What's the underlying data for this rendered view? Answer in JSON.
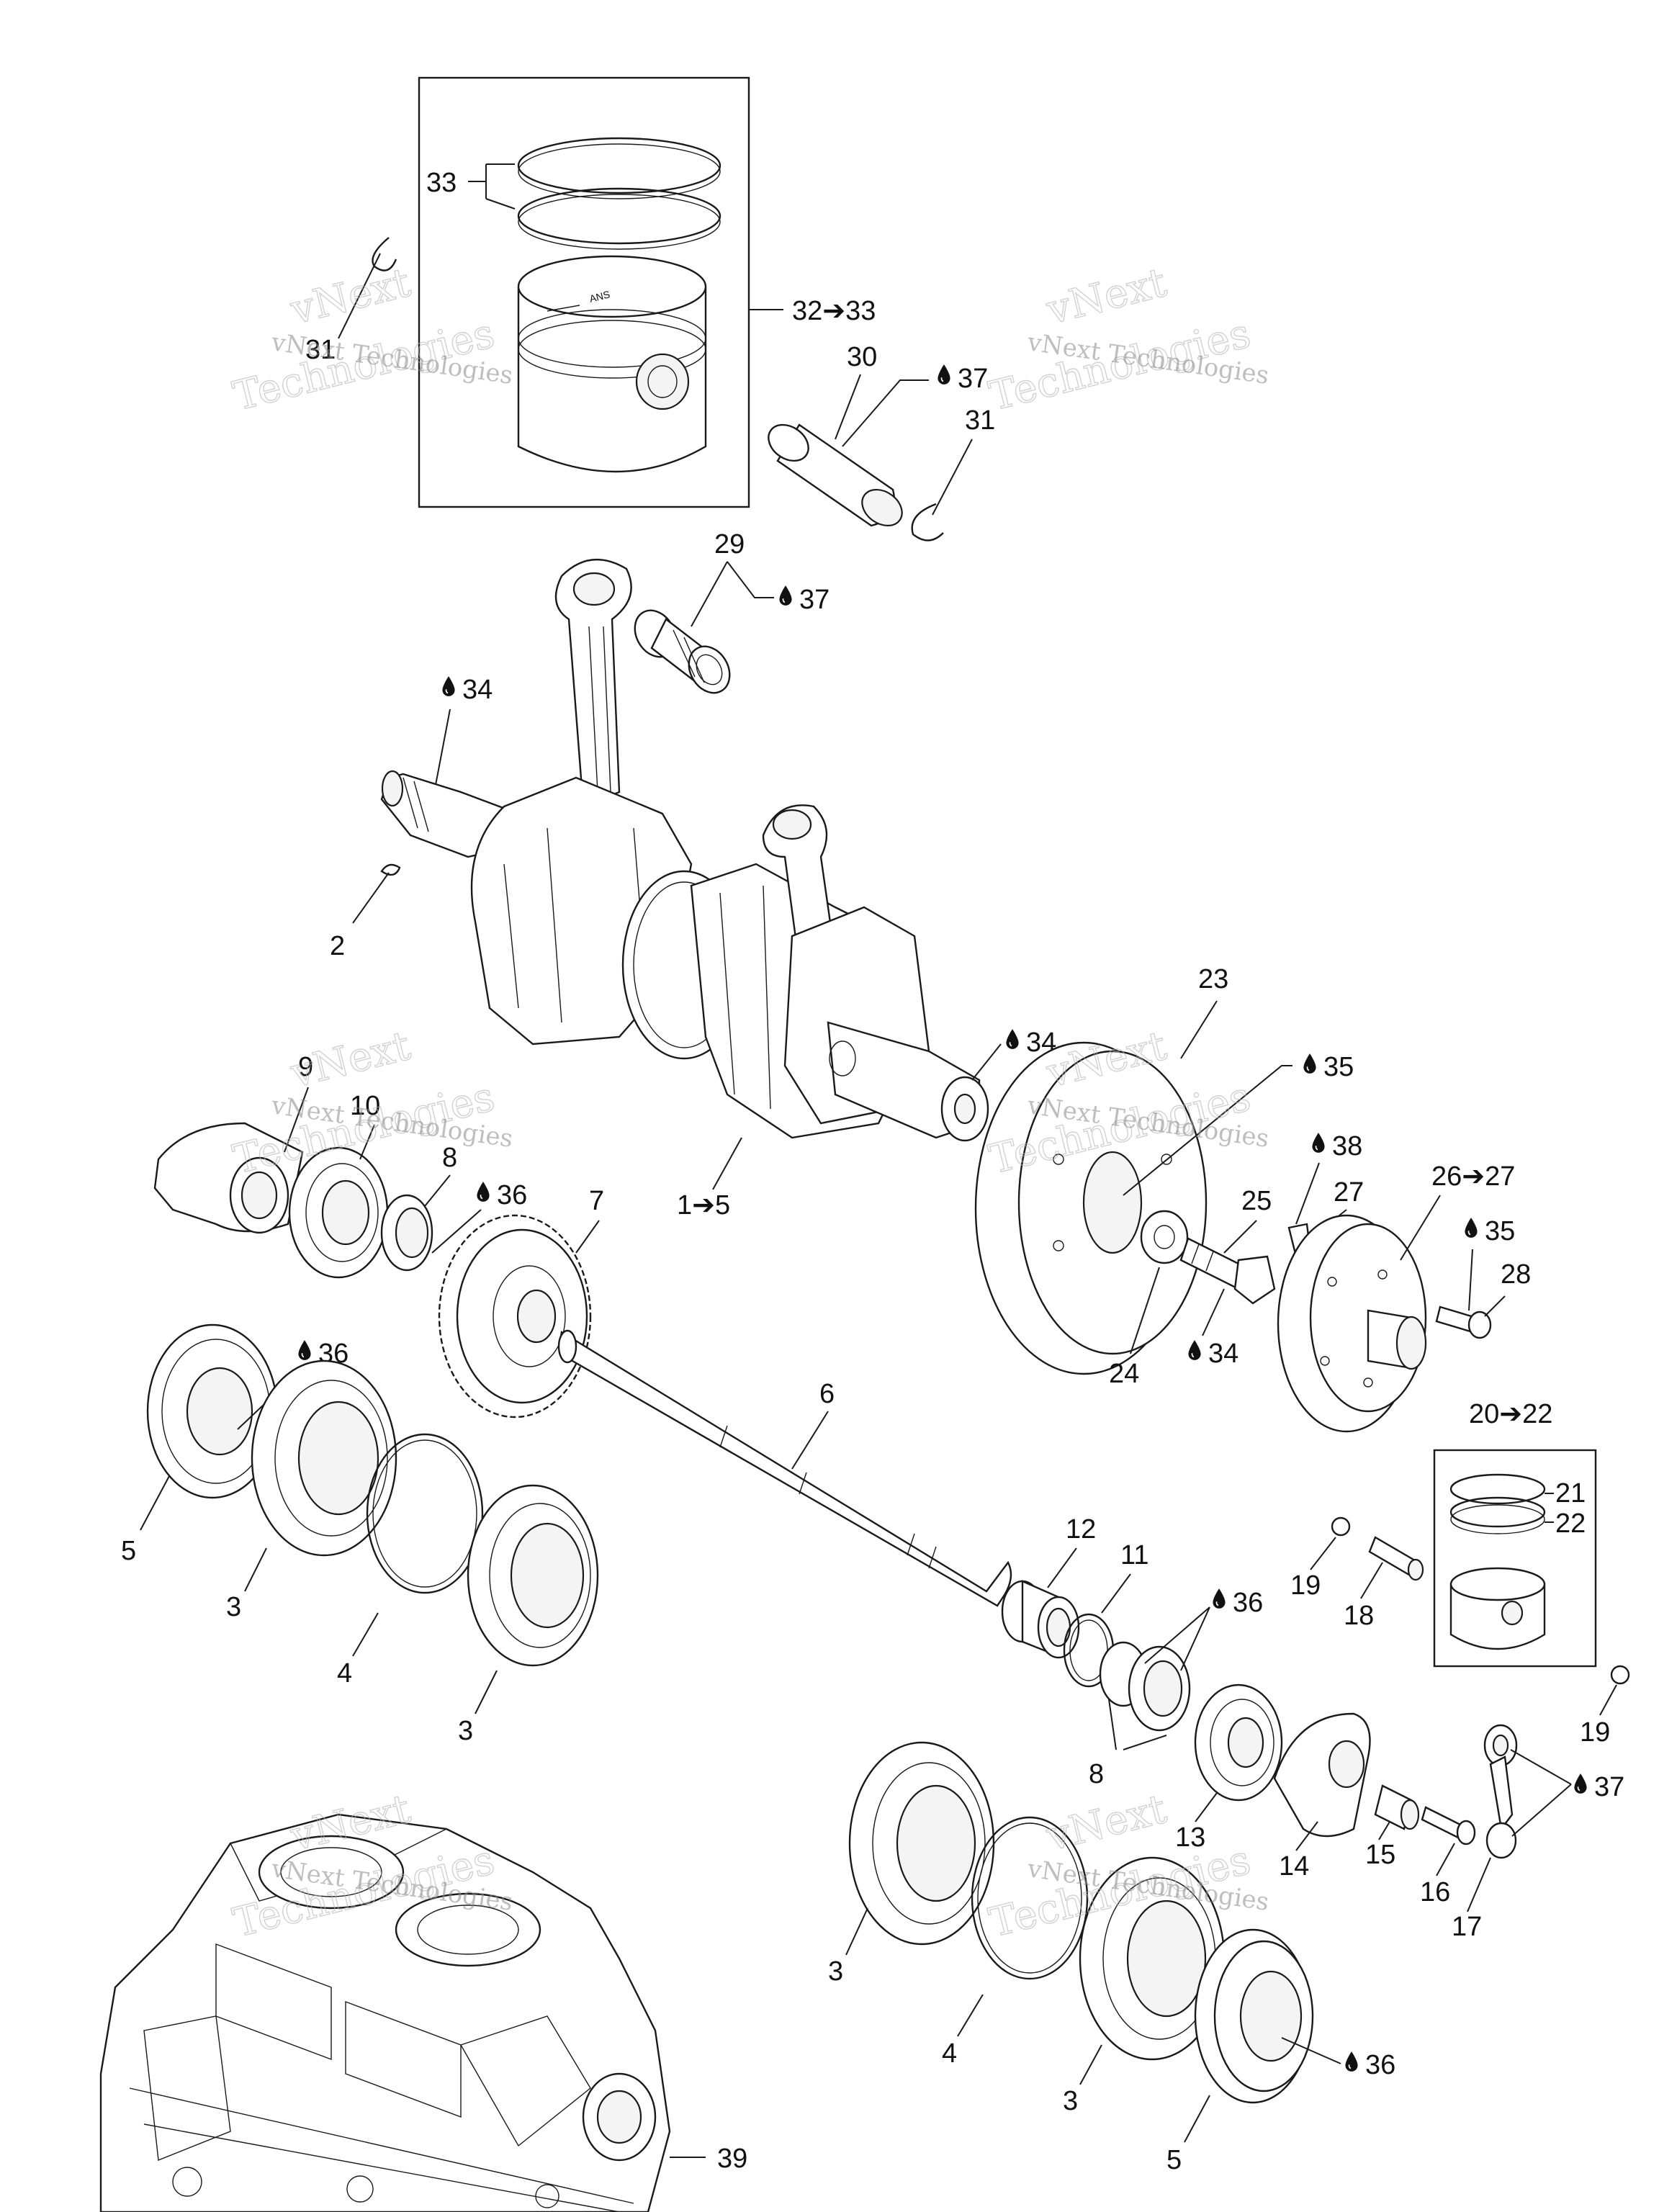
{
  "watermark": {
    "line1": "vNext Technologies",
    "line2a": "vNext",
    "line2b": "Technologies"
  },
  "callouts": {
    "c1_5": "1➔5",
    "c2": "2",
    "c3a": "3",
    "c3b": "3",
    "c3c": "3",
    "c3d": "3",
    "c4a": "4",
    "c4b": "4",
    "c5a": "5",
    "c5b": "5",
    "c6": "6",
    "c7": "7",
    "c8a": "8",
    "c8b": "8",
    "c9": "9",
    "c10": "10",
    "c11": "11",
    "c12": "12",
    "c13": "13",
    "c14": "14",
    "c15": "15",
    "c16": "16",
    "c17": "17",
    "c18": "18",
    "c19a": "19",
    "c19b": "19",
    "c20_22": "20➔22",
    "c21": "21",
    "c22": "22",
    "c23": "23",
    "c24": "24",
    "c25": "25",
    "c26_27": "26➔27",
    "c27": "27",
    "c28": "28",
    "c29": "29",
    "c30": "30",
    "c31a": "31",
    "c31b": "31",
    "c32_33": "32➔33",
    "c33": "33",
    "c39": "39"
  },
  "lube": {
    "l37a": "37",
    "l37b": "37",
    "l37c": "37",
    "l34a": "34",
    "l34b": "34",
    "l34c": "34",
    "l35a": "35",
    "l35b": "35",
    "l36a": "36",
    "l36b": "36",
    "l36c": "36",
    "l36d": "36",
    "l38": "38"
  },
  "piston_label": "ANS"
}
